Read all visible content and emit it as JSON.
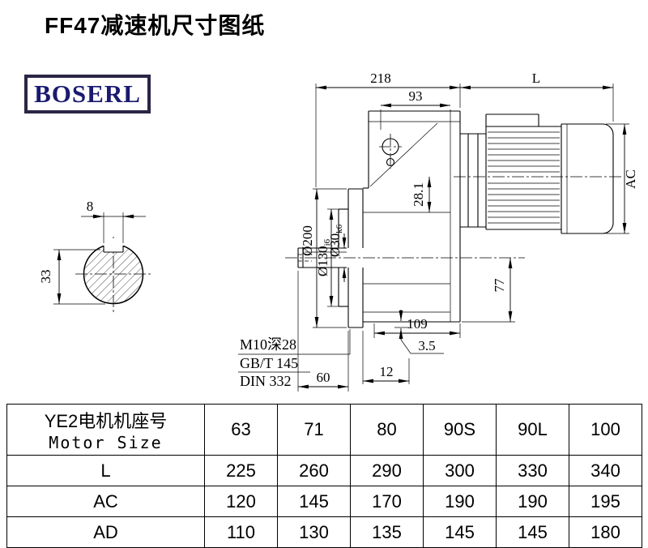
{
  "page": {
    "title": "FF47减速机尺寸图纸",
    "brand": "BOSERL"
  },
  "dims": {
    "top_width": "218",
    "motor_length": "L",
    "housing_top": "93",
    "motor_diameter": "AC",
    "key_width": "8",
    "key_height": "33",
    "flange_diameter": "Ø200",
    "spigot_diameter": "Ø130",
    "spigot_fit": "i6",
    "shaft_diameter": "Ø30",
    "shaft_fit": "k6",
    "bore_dim": "28.1",
    "axis_to_bottom": "77",
    "foot_width": "109",
    "lip_thickness": "3.5",
    "shaft_length": "60",
    "flange_step": "12",
    "note_tap": "M10深28",
    "note_gb": "GB/T 145",
    "note_din": "DIN 332"
  },
  "table": {
    "header_cn": "YE2电机机座号",
    "header_en": "Motor Size",
    "sizes": [
      "63",
      "71",
      "80",
      "90S",
      "90L",
      "100"
    ],
    "rows": [
      {
        "label": "L",
        "values": [
          "225",
          "260",
          "290",
          "300",
          "330",
          "340"
        ]
      },
      {
        "label": "AC",
        "values": [
          "120",
          "145",
          "170",
          "190",
          "190",
          "195"
        ]
      },
      {
        "label": "AD",
        "values": [
          "110",
          "130",
          "135",
          "145",
          "145",
          "180"
        ]
      }
    ]
  }
}
